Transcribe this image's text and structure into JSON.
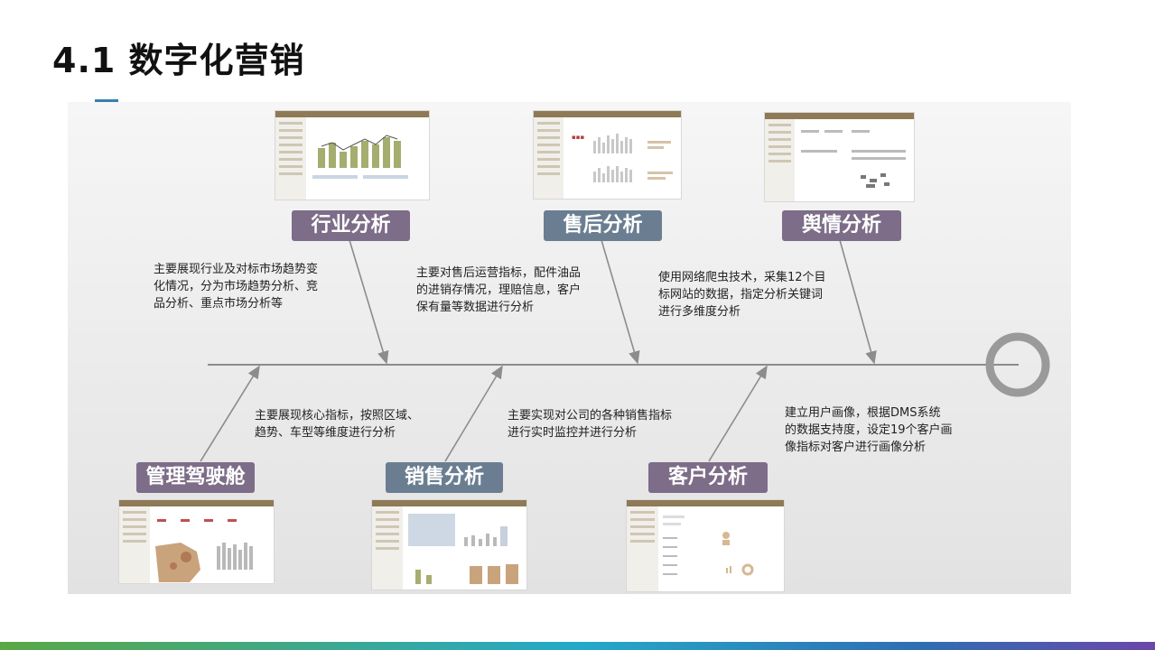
{
  "title": "4.1 数字化营销",
  "branches": [
    {
      "id": "industry",
      "label": "行业分析",
      "color": "#7d6d88",
      "desc": [
        "主要展现行业及对标市场趋势变",
        "化情况，分为市场趋势分析、竞",
        "品分析、重点市场分析等"
      ]
    },
    {
      "id": "aftersales",
      "label": "售后分析",
      "color": "#6b7e91",
      "desc": [
        "主要对售后运营指标，配件油品",
        "的进销存情况，理赔信息，客户",
        "保有量等数据进行分析"
      ]
    },
    {
      "id": "opinion",
      "label": "舆情分析",
      "color": "#7d6d88",
      "desc": [
        "使用网络爬虫技术，采集12个目",
        "标网站的数据，指定分析关键词",
        "进行多维度分析"
      ]
    },
    {
      "id": "cockpit",
      "label": "管理驾驶舱",
      "color": "#7d6d88",
      "desc": [
        "主要展现核心指标，按照区域、",
        "趋势、车型等维度进行分析"
      ]
    },
    {
      "id": "sales",
      "label": "销售分析",
      "color": "#6b7e91",
      "desc": [
        "主要实现对公司的各种销售指标",
        "进行实时监控并进行分析"
      ]
    },
    {
      "id": "customer",
      "label": "客户分析",
      "color": "#7d6d88",
      "desc": [
        "建立用户画像，根据DMS系统",
        "的数据支持度，设定19个客户画",
        "像指标对客户进行画像分析"
      ]
    }
  ],
  "colors": {
    "bone": "#8c8c8c",
    "head": "#9a9a9a",
    "accent_bar": "#8e7a56"
  }
}
